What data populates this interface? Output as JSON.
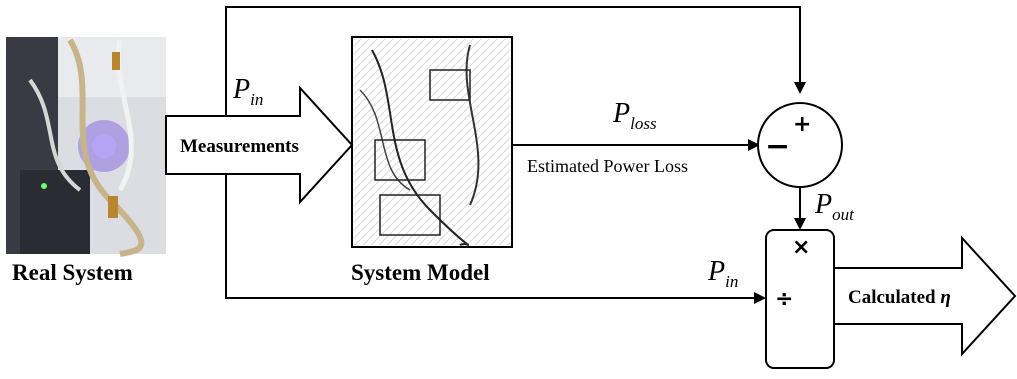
{
  "real_system": {
    "label": "Real System"
  },
  "system_model": {
    "label": "System Model"
  },
  "measurements_arrow": {
    "label": "Measurements"
  },
  "signals": {
    "p_in_top": {
      "base": "P",
      "sub": "in"
    },
    "p_loss": {
      "base": "P",
      "sub": "loss"
    },
    "p_out": {
      "base": "P",
      "sub": "out"
    },
    "p_in_bottom": {
      "base": "P",
      "sub": "in"
    }
  },
  "estimated_power_loss": {
    "label": "Estimated Power Loss"
  },
  "sum_junction": {
    "plus": "+",
    "minus": "−"
  },
  "divider_block": {
    "multiply": "×",
    "divide": "÷"
  },
  "output_arrow": {
    "label": "Calculated ",
    "symbol": "η"
  },
  "colors": {
    "stroke": "#000000",
    "background": "#ffffff",
    "photo_dark": "#2b2b33",
    "photo_light": "#dcdde3",
    "photo_accent": "#8a6fe0",
    "photo_tube": "#c8b48a"
  }
}
